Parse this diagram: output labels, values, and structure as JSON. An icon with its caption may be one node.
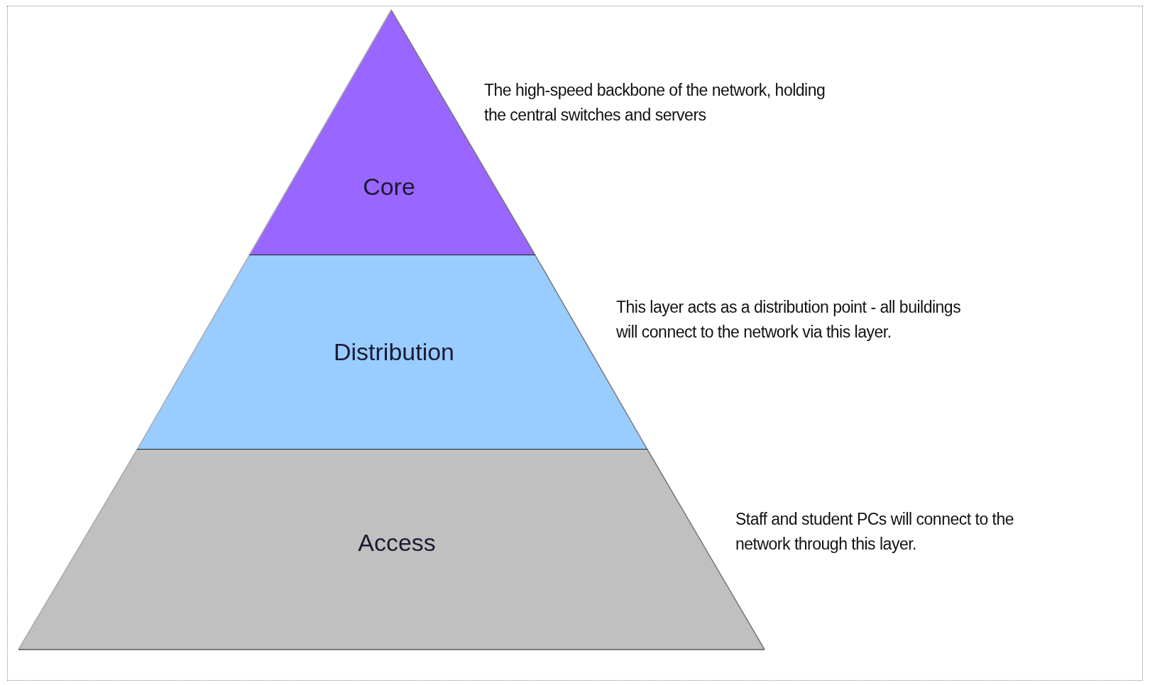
{
  "diagram": {
    "nodes": [
      {
        "text": [
          "Core"
        ],
        "beside": [
          "The high-speed backbone of the network, holding the central switches and servers"
        ]
      },
      {
        "text": [
          "Distribution"
        ],
        "beside": [
          "This layer acts as a distribution point - all buildings will connect to the network via this layer."
        ]
      },
      {
        "text": [
          "Access"
        ],
        "beside": [
          "Staff and student PCs will connect to the network through this layer."
        ]
      }
    ]
  }
}
